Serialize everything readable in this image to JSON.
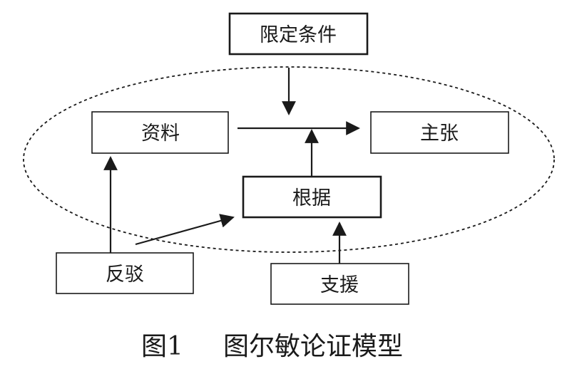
{
  "nodes": {
    "qualifier": "限定条件",
    "data": "资料",
    "claim": "主张",
    "warrant": "根据",
    "rebuttal": "反驳",
    "backing": "支援"
  },
  "caption": {
    "label": "图1",
    "title": "图尔敏论证模型"
  }
}
